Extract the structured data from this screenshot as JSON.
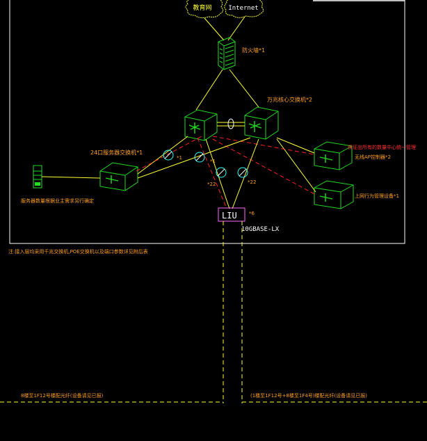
{
  "clouds": {
    "left": "教育网",
    "right": "Internet"
  },
  "firewall": {
    "label": "防火墙*1"
  },
  "core_switch": {
    "label": "万兆核心交换机*2"
  },
  "server_switch": {
    "label": "24口服务器交换机*1"
  },
  "server_note": {
    "label": "服务器数量根据业主需求另行确定"
  },
  "ap_controller": {
    "label_top": "保证出所有的数量中心统一管理",
    "label_bottom": "无线AP控制器*2"
  },
  "behavior_mgmt": {
    "label": "上网行为管理设备*1"
  },
  "fiber_marks": {
    "m1": "*1",
    "m2": "*1",
    "m3": "*22",
    "m4": "*22"
  },
  "liu": {
    "text": "LIU",
    "suffix": "*6",
    "sub": "10GBASE-LX"
  },
  "note_main": "注:接入层均采用千兆交换机,POE交换机以及端口参数详见附后表",
  "bottom_left": "8楼至1F12号楼配光纤(设备请见已报)",
  "bottom_right": "(1楼至1F12号+8楼至1F4号)楼配光纤(设备请见已报)",
  "colors": {
    "frame": "#ffffff",
    "yellow_line": "#ffff33",
    "red_dash": "#ff2020",
    "device_green": "#22dd22",
    "label_orange": "#ffa020",
    "label_red": "#ff3030",
    "liu_magenta": "#ff66ff",
    "cyan": "#33ffff"
  }
}
